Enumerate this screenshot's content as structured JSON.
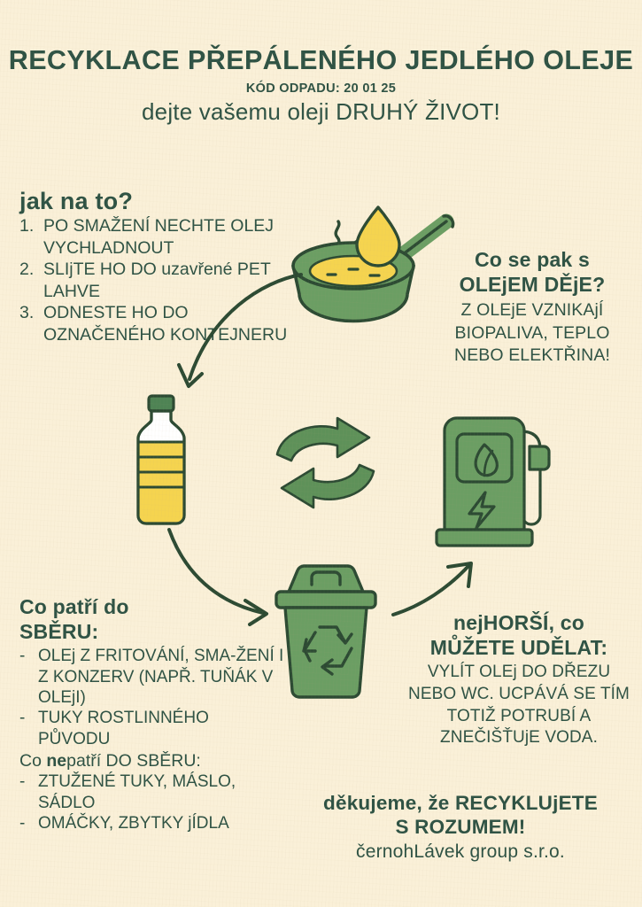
{
  "colors": {
    "paper": "#faf0d8",
    "dark_green": "#2e5244",
    "mid_green": "#6b9e63",
    "oil_yellow": "#f5d44f",
    "outline": "#2c4a33"
  },
  "header": {
    "title": "RECYKLACE PŘEPÁLENÉHO JEDLÉHO OLEJE",
    "waste_code": "KÓD ODPADU: 20 01 25",
    "subtitle": "dejte vašemu oleji DRUHÝ ŽIVOT!"
  },
  "howto": {
    "heading": "jak na to?",
    "steps": [
      {
        "num": "1.",
        "text": "PO SMAŽENÍ NECHTE OLEJ VYCHLADNOUT"
      },
      {
        "num": "2.",
        "text": "SLIjTE HO DO uzavřené PET LAHVE"
      },
      {
        "num": "3.",
        "text": "ODNESTE HO DO OZNAČENÉHO KONTEJNERU"
      }
    ]
  },
  "what_happens": {
    "heading_line1": "Co se pak s",
    "heading_line2": "OLEjEM DĚjE?",
    "body": "Z OLEjE VZNIKAjÍ BIOPALIVA, TEPLO NEBO ELEKTŘINA!"
  },
  "collection": {
    "heading_line1": "Co patří do",
    "heading_line2": "SBĚRU:",
    "accepted": [
      "OLEj Z FRITOVÁNÍ, SMA-ŽENÍ I Z KONZERV (NAPŘ. TUŇÁK V OLEjI)",
      "TUKY ROSTLINNÉHO PŮVODU"
    ],
    "not_accepted_heading_pre": "Co ",
    "not_accepted_heading_strong": "ne",
    "not_accepted_heading_post": "patří DO SBĚRU:",
    "not_accepted": [
      "ZTUŽENÉ TUKY, MÁSLO, SÁDLO",
      "OMÁČKY, ZBYTKY jÍDLA"
    ]
  },
  "worst": {
    "heading_line1": "nejHORŠÍ, co",
    "heading_line2": "MŮŽETE UDĚLAT:",
    "body": "VYLÍT OLEj DO DŘEZU NEBO WC. UCPÁVÁ SE TÍM TOTIŽ POTRUBÍ A ZNEČIŠŤUjE VODA."
  },
  "thanks": {
    "line1": "děkujeme, že RECYKLUjETE",
    "line2": "S ROZUMEM!",
    "company": "černohLávek group s.r.o."
  },
  "illustrations": {
    "pan": "frying-pan-with-oil-and-droplet",
    "bottle": "pet-bottle-with-oil",
    "cycle_arrows": "recycling-cycle-arrows",
    "fuel_pump": "eco-fuel-pump-with-leaf-and-bolt",
    "bin": "recycling-bin"
  }
}
